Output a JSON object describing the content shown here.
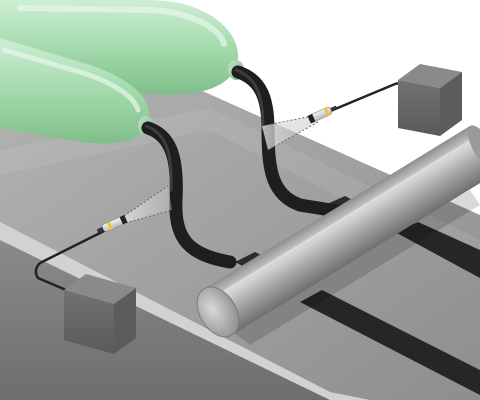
{
  "scene": {
    "background_color": "#ffffff",
    "components": [
      {
        "name": "conveyor-belt",
        "color": "#9a9a9a"
      },
      {
        "name": "belt-track-stripe",
        "count": 2,
        "color": "#2a2a2a"
      },
      {
        "name": "pressure-vessel",
        "count": 2,
        "color": "#a8dcb0"
      },
      {
        "name": "hose",
        "count": 2,
        "color": "#1e1e1e"
      },
      {
        "name": "sensor-probe",
        "count": 2,
        "color": "#dcdcdc"
      },
      {
        "name": "sensor-box",
        "count": 2,
        "color": "#6b6b6b"
      },
      {
        "name": "roller-cylinder",
        "count": 1,
        "color": "#a0a0a0"
      }
    ]
  }
}
